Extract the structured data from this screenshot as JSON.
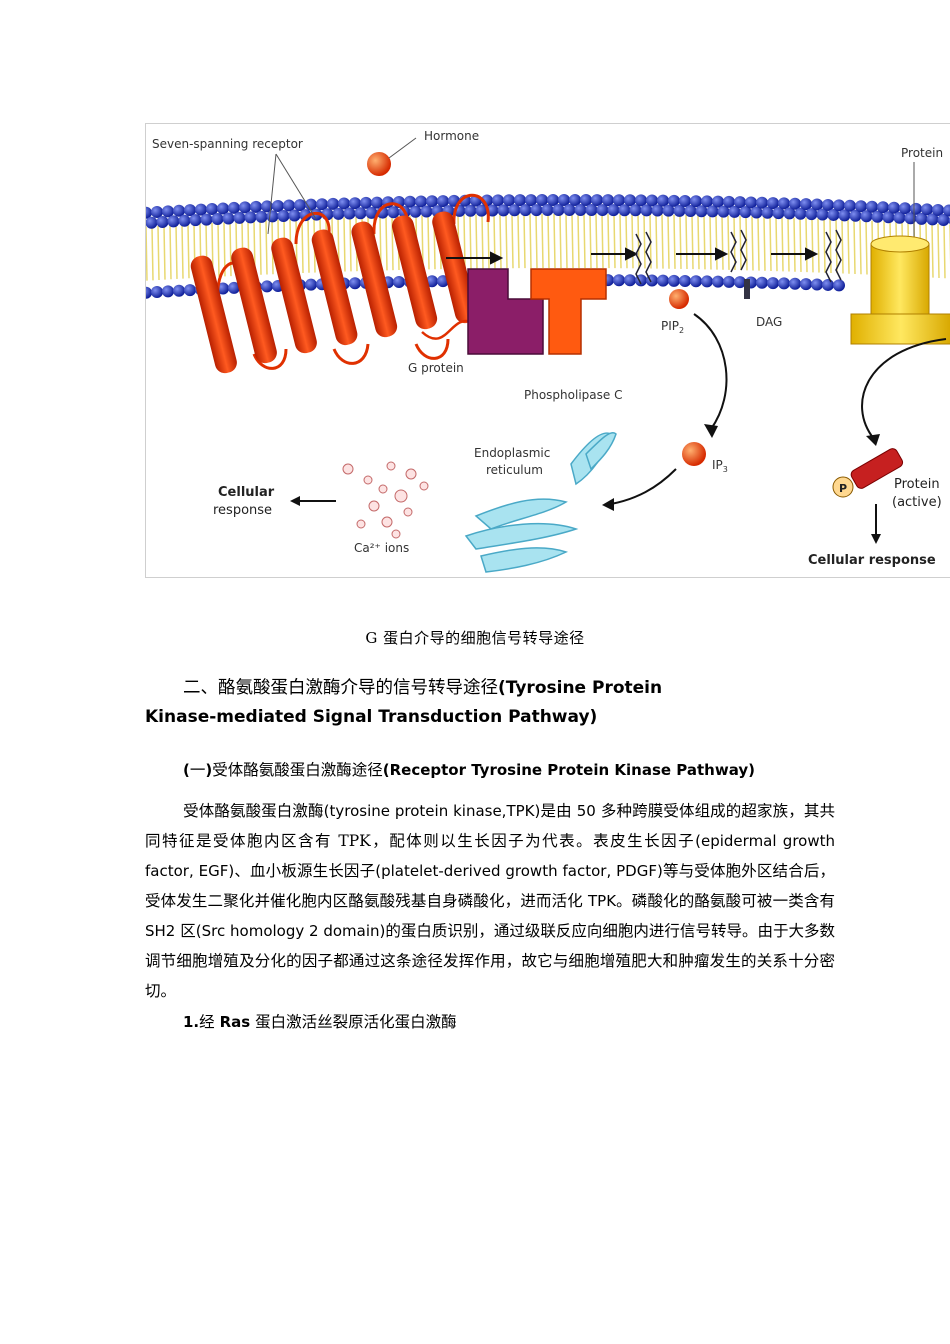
{
  "figure": {
    "labels": {
      "receptor": "Seven-spanning receptor",
      "hormone": "Hormone",
      "protein": "Protein",
      "g_protein": "G protein",
      "phospholipase": "Phospholipase C",
      "pip2": "PIP",
      "pip2_sub": "2",
      "dag": "DAG",
      "er_line1": "Endoplasmic",
      "er_line2": "reticulum",
      "ip3": "IP",
      "ip3_sub": "3",
      "cellular_response_left_1": "Cellular",
      "cellular_response_left_2": "response",
      "ca_ions": "Ca²⁺ ions",
      "p_marker": "P",
      "protein_active_1": "Protein",
      "protein_active_2": "(active)",
      "cellular_response_right": "Cellular response"
    }
  },
  "caption": "G 蛋白介导的细胞信号转导途径",
  "section2": {
    "title_cn": "二、酪氨酸蛋白激酶介导的信号转导途径",
    "title_en_1": "(Tyrosine Protein",
    "title_en_2": "Kinase-mediated Signal Transduction Pathway)"
  },
  "subsection1": {
    "open": "(",
    "num": "一",
    "close": ")",
    "title_cn": "受体酪氨酸蛋白激酶途径",
    "title_en": "(Receptor Tyrosine Protein Kinase Pathway)"
  },
  "paragraph": {
    "s1": "受体酪氨酸蛋白激酶",
    "s2": "(tyrosine protein kinase,TPK)",
    "s3": "是由 ",
    "s4": "50",
    "s5": " 多种跨膜受体组成的超家族，其共同特征是受体胞内区含有 TPK，配体则以生长因子为代表。表皮生长因子",
    "s6": "(epidermal growth factor, EGF)",
    "s7": "、血小板源生长因子",
    "s8": "(platelet-derived growth factor, PDGF)",
    "s9": "等与受体胞外区结合后，受体发生二聚化并催化胞内区酪氨酸残基自身磷酸化，进而活化 ",
    "s10": "TPK",
    "s11": "。磷酸化的酪氨酸可被一类含有 ",
    "s12": "SH2",
    "s13": " 区",
    "s14": "(Src homology 2 domain)",
    "s15": "的蛋白质识别，通过级联反应向细胞内进行信号转导。由于大多数调节细胞增殖及分化的因子都通过这条途径发挥作用，故它与细胞增殖肥大和肿瘤发生的关系十分密切。"
  },
  "subsection2": {
    "num": "1.",
    "pre": "经 ",
    "ras": "Ras",
    "rest": " 蛋白激活丝裂原活化蛋白激酶"
  }
}
